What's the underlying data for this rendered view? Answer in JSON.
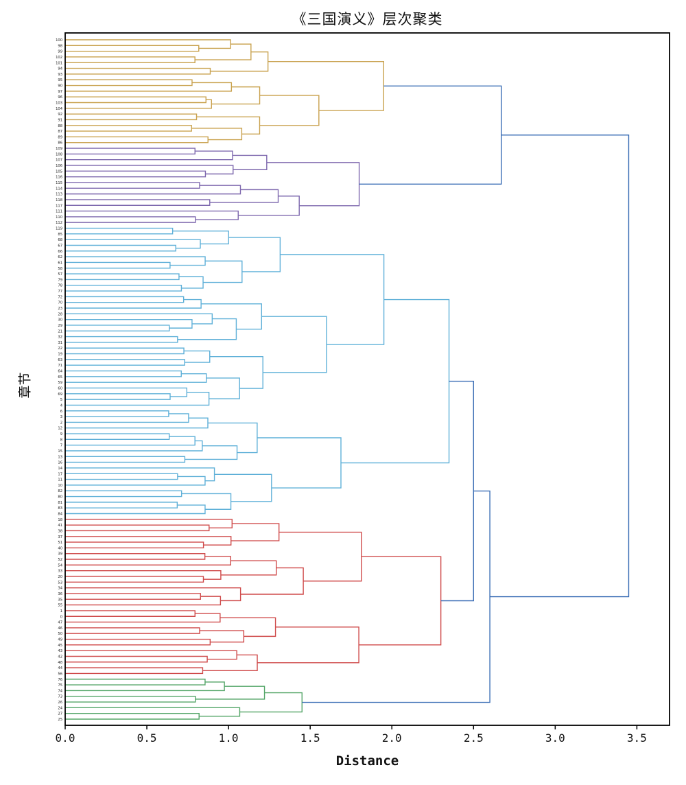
{
  "chart_data": {
    "type": "dendrogram",
    "title": "《三国演义》层次聚类",
    "xlabel": "Distance",
    "ylabel": "章节",
    "x_ticks": [
      0.0,
      0.5,
      1.0,
      1.5,
      2.0,
      2.5,
      3.0,
      3.5
    ],
    "x_max": 3.7,
    "grid": false,
    "legend": "none",
    "link_color_above_threshold": "#3a6db5",
    "axis_color": "#000000",
    "clusters": [
      {
        "id": "gold",
        "color": "#c9a24f",
        "root_distance": 1.95,
        "leaves": [
          "100",
          "98",
          "99",
          "102",
          "101",
          "94",
          "93",
          "95",
          "90",
          "97",
          "96",
          "103",
          "104",
          "92",
          "91",
          "88",
          "87",
          "89",
          "86"
        ]
      },
      {
        "id": "purple",
        "color": "#7e68ae",
        "root_distance": 1.8,
        "leaves": [
          "109",
          "108",
          "107",
          "106",
          "105",
          "116",
          "115",
          "114",
          "113",
          "118",
          "117",
          "111",
          "110",
          "112"
        ]
      },
      {
        "id": "cyan",
        "color": "#5fb0d8",
        "root_distance": 2.35,
        "leaves": [
          "119",
          "85",
          "68",
          "67",
          "66",
          "62",
          "61",
          "58",
          "57",
          "79",
          "78",
          "77",
          "72",
          "70",
          "23",
          "28",
          "30",
          "29",
          "21",
          "32",
          "31",
          "22",
          "19",
          "63",
          "71",
          "64",
          "65",
          "59",
          "60",
          "69",
          "5",
          "4",
          "6",
          "3",
          "2",
          "12",
          "9",
          "8",
          "7",
          "15",
          "13",
          "16",
          "14",
          "17",
          "11",
          "10",
          "82",
          "80",
          "81",
          "83",
          "84"
        ]
      },
      {
        "id": "red",
        "color": "#cf4a4a",
        "root_distance": 2.3,
        "leaves": [
          "18",
          "41",
          "38",
          "37",
          "51",
          "40",
          "39",
          "52",
          "54",
          "33",
          "20",
          "53",
          "34",
          "36",
          "35",
          "55",
          "1",
          "0",
          "47",
          "46",
          "50",
          "49",
          "45",
          "43",
          "42",
          "48",
          "44",
          "56"
        ]
      },
      {
        "id": "green",
        "color": "#53a567",
        "root_distance": 1.45,
        "leaves": [
          "76",
          "75",
          "74",
          "73",
          "26",
          "24",
          "27",
          "25"
        ]
      }
    ],
    "hierarchy": {
      "d": 3.45,
      "children": [
        {
          "d": 2.67,
          "children": [
            "gold",
            "purple"
          ]
        },
        {
          "d": 2.6,
          "children": [
            {
              "d": 2.5,
              "children": [
                "cyan",
                "red"
              ]
            },
            "green"
          ]
        }
      ]
    }
  }
}
